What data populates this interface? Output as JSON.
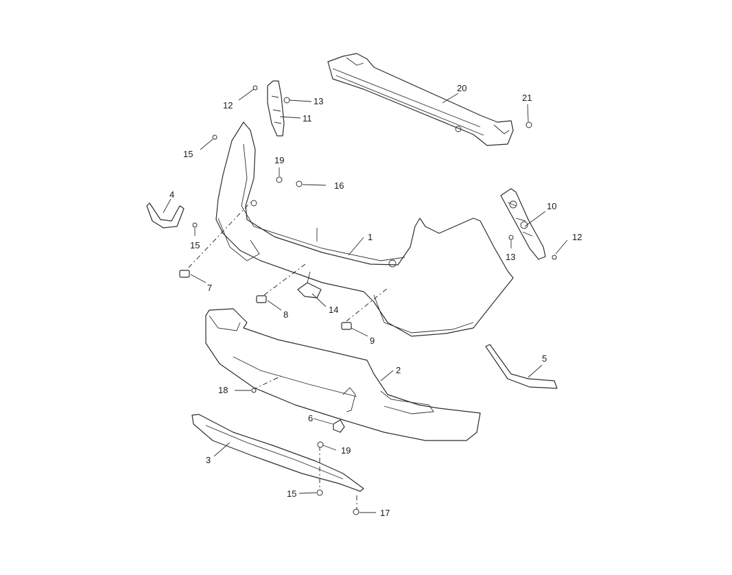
{
  "callouts": {
    "c1": "1",
    "c2": "2",
    "c3": "3",
    "c4": "4",
    "c5": "5",
    "c6": "6",
    "c7": "7",
    "c8": "8",
    "c9": "9",
    "c10": "10",
    "c11": "11",
    "c12a": "12",
    "c12b": "12",
    "c13a": "13",
    "c13b": "13",
    "c14": "14",
    "c15a": "15",
    "c15b": "15",
    "c15c": "15",
    "c16": "16",
    "c17": "17",
    "c18": "18",
    "c19a": "19",
    "c19b": "19",
    "c20": "20",
    "c21": "21"
  },
  "colors": {
    "line": "#2b2b2b",
    "background": "#ffffff"
  }
}
